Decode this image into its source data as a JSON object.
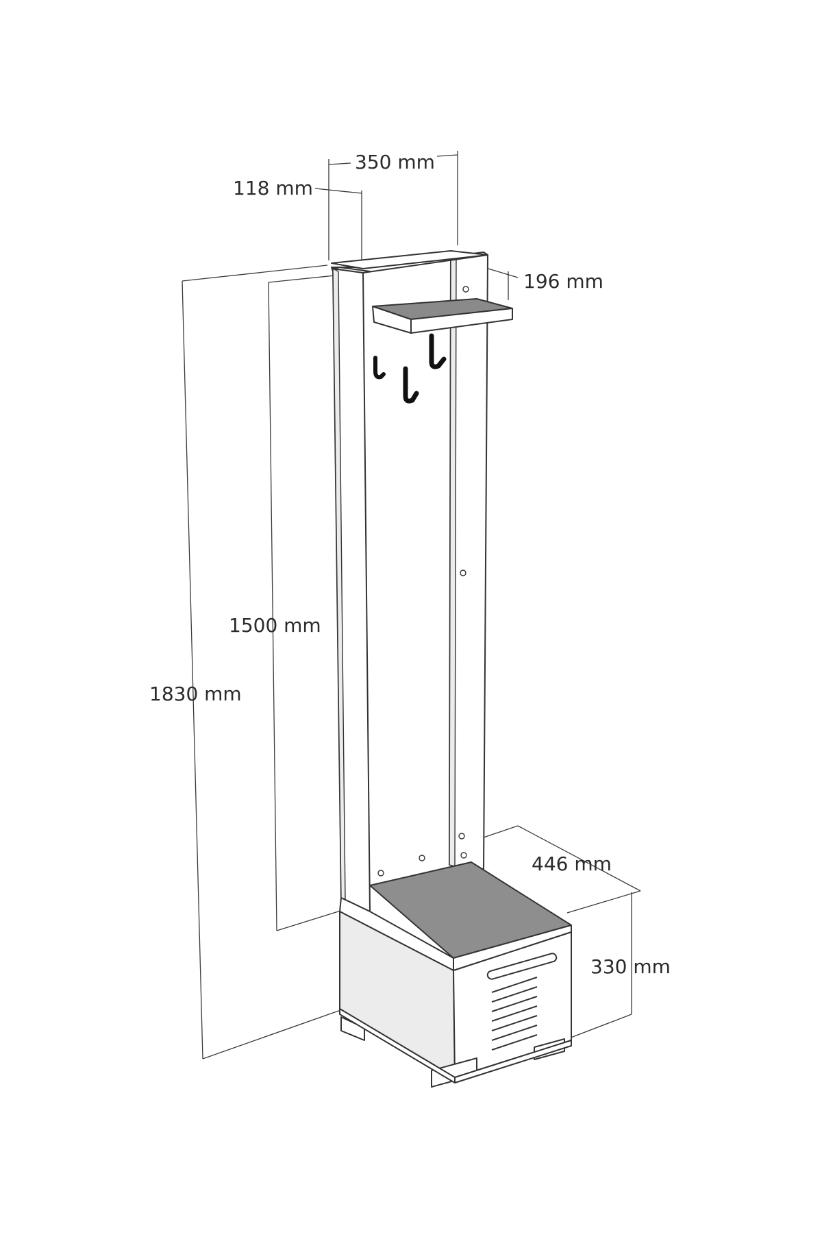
{
  "dimensions": {
    "overall_width": "350 mm",
    "panel_width": "118 mm",
    "shelf_depth": "196 mm",
    "panel_height": "1500 mm",
    "total_height": "1830 mm",
    "cabinet_width": "446 mm",
    "cabinet_height": "330 mm"
  },
  "colors": {
    "line": "#333333",
    "panel": "#ffffff",
    "shelf_top": "#8a8a8a",
    "cabinet_top": "#8e8e8e",
    "cabinet_side": "#ececec"
  }
}
